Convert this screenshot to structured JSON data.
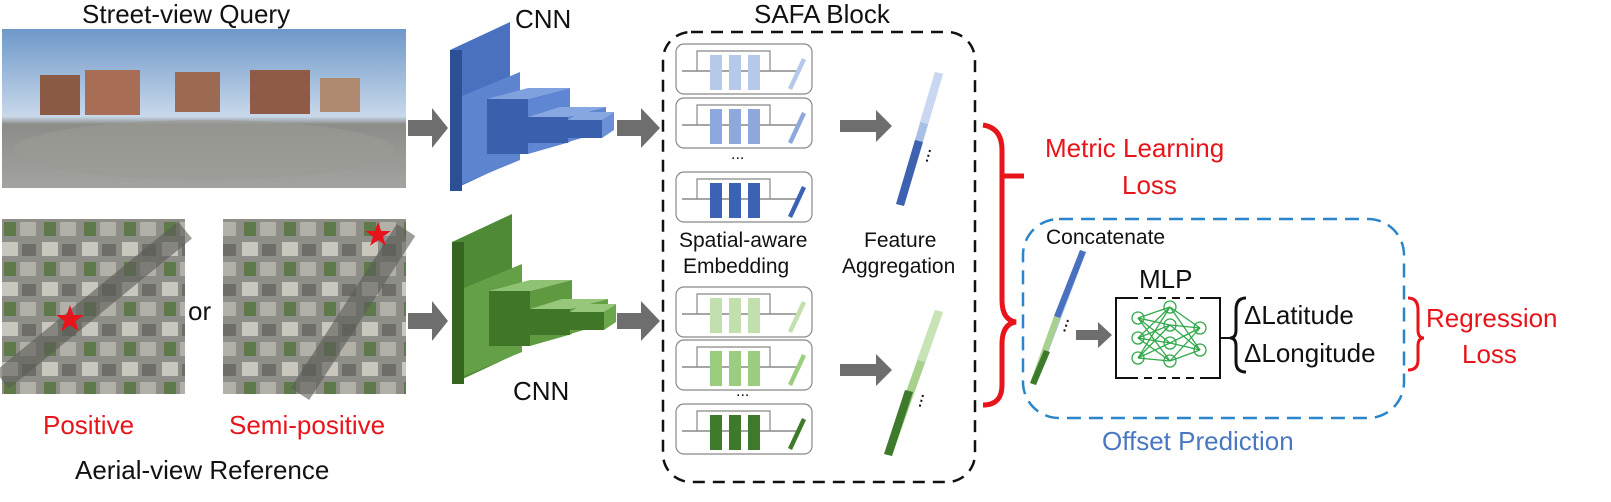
{
  "street_view_query": "Street-view Query",
  "aerial_view_reference": "Aerial-view Reference",
  "or_label": "or",
  "positive_label": "Positive",
  "semi_positive_label": "Semi-positive",
  "cnn_top_label": "CNN",
  "cnn_bottom_label": "CNN",
  "safa_block_label": "SAFA Block",
  "spatial_aware_line1": "Spatial-aware",
  "spatial_aware_line2": "Embedding",
  "ellipsis": "...",
  "feature_aggregation_line1": "Feature",
  "feature_aggregation_line2": "Aggregation",
  "metric_loss_line1": "Metric Learning",
  "metric_loss_line2": "Loss",
  "concatenate_label": "Concatenate",
  "mlp_label": "MLP",
  "delta_latitude": "ΔLatitude",
  "delta_longitude": "ΔLongitude",
  "regression_loss_line1": "Regression",
  "regression_loss_line2": "Loss",
  "offset_prediction_label": "Offset Prediction",
  "colors": {
    "blue_dark": "#3f62b0",
    "blue_light": "#a8c0e6",
    "green_dark": "#3e7a2c",
    "green_light": "#a9d18e",
    "red": "#e8141b",
    "dashed_blue": "#2a86c8",
    "arrow_gray": "#6e6e6e"
  }
}
